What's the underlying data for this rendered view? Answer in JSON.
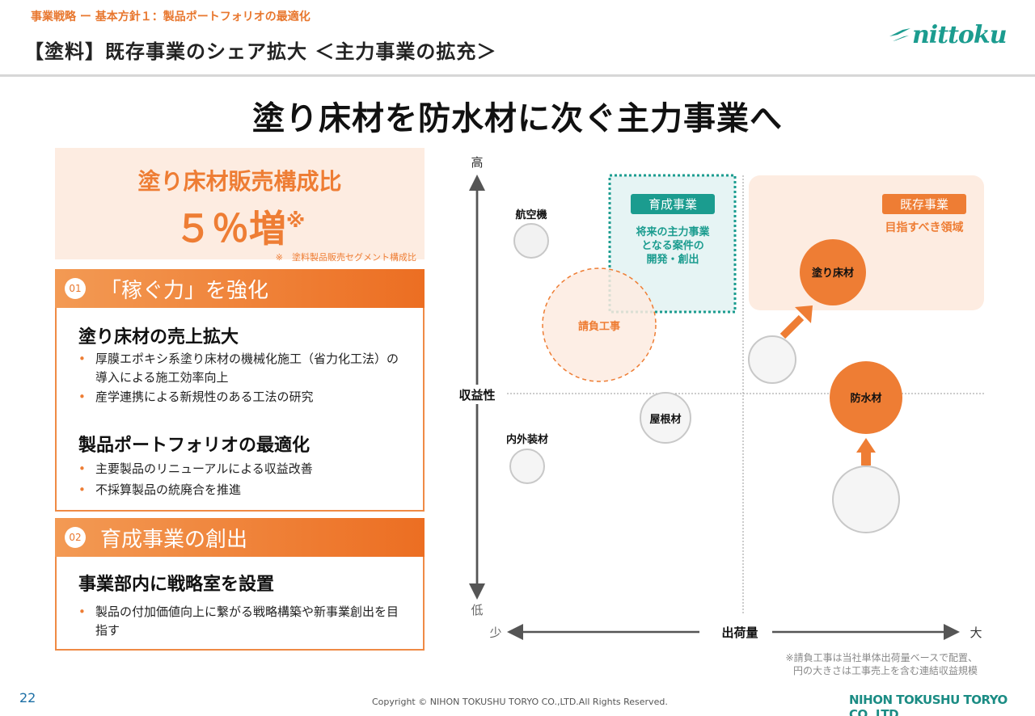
{
  "header": {
    "subtitle": "事業戦略 ー 基本方針１：製品ポートフォリオの最適化",
    "title": "【塗料】既存事業のシェア拡大 ＜主力事業の拡充＞",
    "logo": "nittoku"
  },
  "main_title": "塗り床材を防水材に次ぐ主力事業へ",
  "ratio_box": {
    "title": "塗り床材販売構成比",
    "value": "５％増",
    "value_mark": "※",
    "note": "※　塗料製品販売セグメント構成比"
  },
  "section1": {
    "number": "01",
    "label": "「稼ぐ力」を強化",
    "block1_title": "塗り床材の売上拡大",
    "block1_bullets": [
      "厚膜エポキシ系塗り床材の機械化施工（省力化工法）の導入による施工効率向上",
      "産学連携による新規性のある工法の研究"
    ],
    "block2_title": "製品ポートフォリオの最適化",
    "block2_bullets": [
      "主要製品のリニューアルによる収益改善",
      "不採算製品の統廃合を推進"
    ]
  },
  "section2": {
    "number": "02",
    "label": "育成事業の創出",
    "block_title": "事業部内に戦略室を設置",
    "bullets": [
      "製品の付加価値向上に繋がる戦略構築や新事業創出を目指す"
    ]
  },
  "chart": {
    "y_axis_top": "高",
    "y_axis_bottom": "低",
    "y_axis_label": "収益性",
    "x_axis_left": "少",
    "x_axis_right": "大",
    "x_axis_label": "出荷量",
    "growth_zone_label": "育成事業",
    "growth_zone_desc": [
      "将来の主力事業",
      "となる案件の",
      "開発・創出"
    ],
    "existing_zone_label": "既存事業",
    "existing_zone_desc": "目指すべき領域",
    "bubbles": {
      "aircraft": "航空機",
      "contract": "請負工事",
      "floor": "塗り床材",
      "waterproof": "防水材",
      "roof": "屋根材",
      "exterior": "内外装材"
    },
    "footnote": [
      "※請負工事は当社単体出荷量ベースで配置、",
      "円の大きさは工事売上を含む連結収益規模"
    ],
    "colors": {
      "accent": "#ee7d34",
      "teal": "#1b9c8f",
      "circle_gray": "#c8c8c8"
    }
  },
  "footer": {
    "page": "22",
    "copyright": "Copyright © NIHON TOKUSHU TORYO CO.,LTD.All Rights Reserved.",
    "company": "NIHON TOKUSHU TORYO CO.,LTD."
  }
}
